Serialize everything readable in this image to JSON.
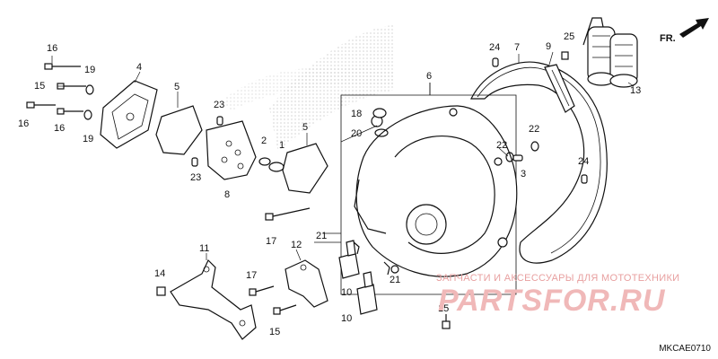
{
  "diagram": {
    "code": "MKCAE0710",
    "direction": "FR.",
    "colors": {
      "line": "#111111",
      "watermark": "#e8a0a0",
      "shading": "#9a9a9a"
    },
    "labels": {
      "l1": "1",
      "l2": "2",
      "l3": "3",
      "l4": "4",
      "l5a": "5",
      "l5b": "5",
      "l6": "6",
      "l7": "7",
      "l8": "8",
      "l9": "9",
      "l10a": "10",
      "l10b": "10",
      "l11": "11",
      "l12": "12",
      "l13": "13",
      "l14": "14",
      "l15a": "15",
      "l15b": "15",
      "l15c": "15",
      "l16a": "16",
      "l16b": "16",
      "l16c": "16",
      "l17a": "17",
      "l17b": "17",
      "l18": "18",
      "l19a": "19",
      "l19b": "19",
      "l20": "20",
      "l21a": "21",
      "l21b": "21",
      "l22a": "22",
      "l22b": "22",
      "l23a": "23",
      "l23b": "23",
      "l24a": "24",
      "l24b": "24",
      "l25": "25"
    }
  },
  "watermark": {
    "line1": "ЗАПЧАСТИ И АКСЕССУАРЫ ДЛЯ МОТОТЕХНИКИ",
    "line2": "PARTSFOR.RU"
  }
}
